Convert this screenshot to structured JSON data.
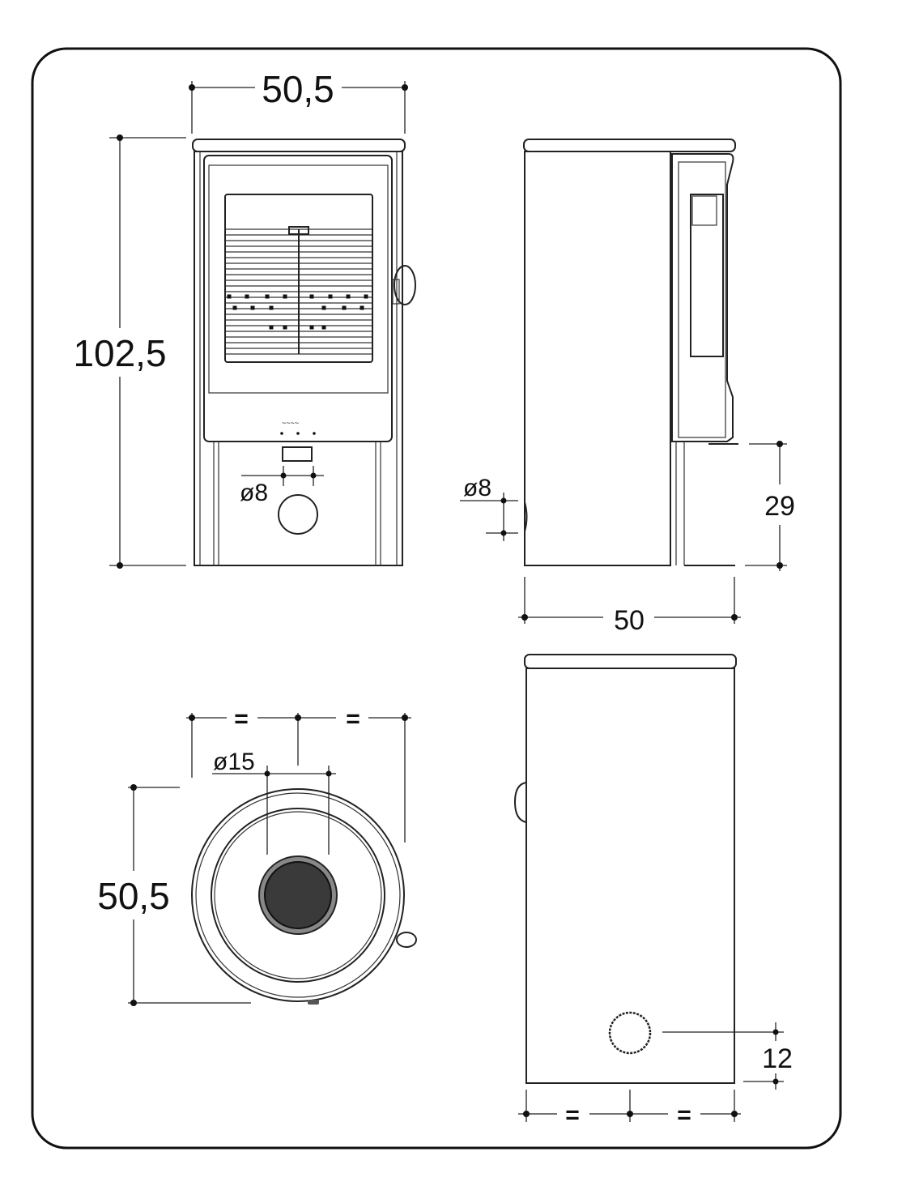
{
  "front_view": {
    "width_label": "50,5",
    "height_label": "102,5",
    "air_inlet_label": "ø8"
  },
  "side_view": {
    "air_inlet_label": "ø8",
    "leg_height_label": "29",
    "depth_label": "50"
  },
  "top_view": {
    "equal_left": "=",
    "equal_right": "=",
    "flue_label": "ø15",
    "depth_label": "50,5"
  },
  "rear_view": {
    "outlet_height_label": "12",
    "equal_left": "=",
    "equal_right": "="
  }
}
